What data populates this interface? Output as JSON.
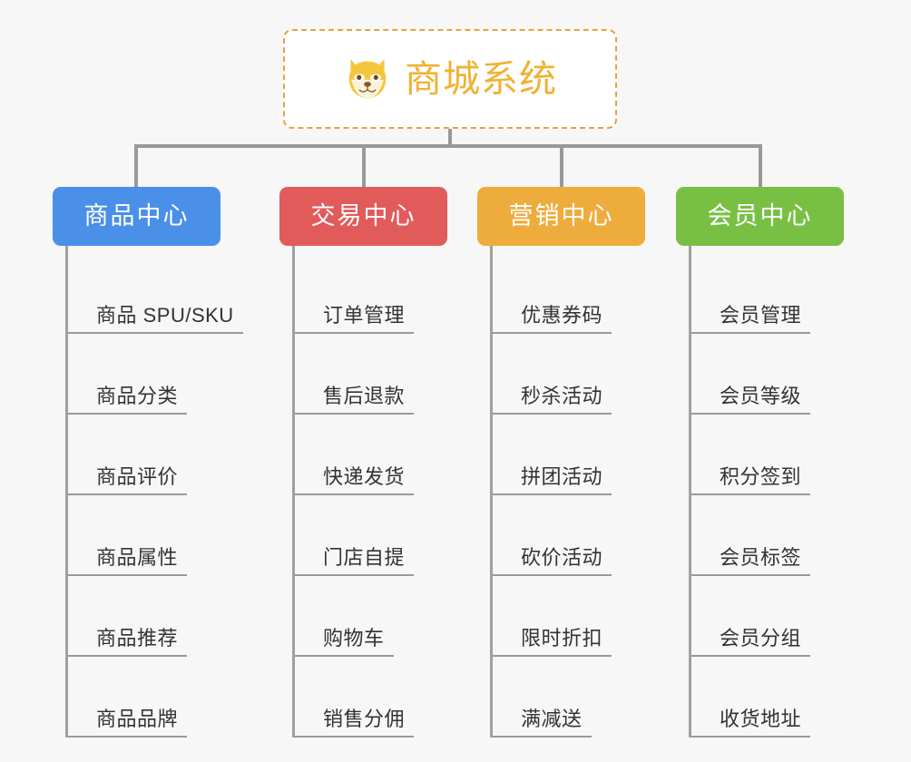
{
  "canvas": {
    "background_color": "#f7f7f7",
    "connector_color": "#999999",
    "leaf_line_color": "#9a9a9a",
    "leaf_text_color": "#333333"
  },
  "root": {
    "title": "商城系统",
    "icon": "dog-face-icon",
    "text_color": "#f0b232",
    "border_color": "#e8a33d",
    "background_color": "#ffffff"
  },
  "branches": [
    {
      "id": "product-center",
      "label": "商品中心",
      "color": "#4a90e8",
      "items": [
        "商品 SPU/SKU",
        "商品分类",
        "商品评价",
        "商品属性",
        "商品推荐",
        "商品品牌"
      ]
    },
    {
      "id": "trade-center",
      "label": "交易中心",
      "color": "#e25b5b",
      "items": [
        "订单管理",
        "售后退款",
        "快递发货",
        "门店自提",
        "购物车",
        "销售分佣"
      ]
    },
    {
      "id": "marketing-center",
      "label": "营销中心",
      "color": "#eeac3d",
      "items": [
        "优惠券码",
        "秒杀活动",
        "拼团活动",
        "砍价活动",
        "限时折扣",
        "满减送"
      ]
    },
    {
      "id": "member-center",
      "label": "会员中心",
      "color": "#78c043",
      "items": [
        "会员管理",
        "会员等级",
        "积分签到",
        "会员标签",
        "会员分组",
        "收货地址"
      ]
    }
  ]
}
